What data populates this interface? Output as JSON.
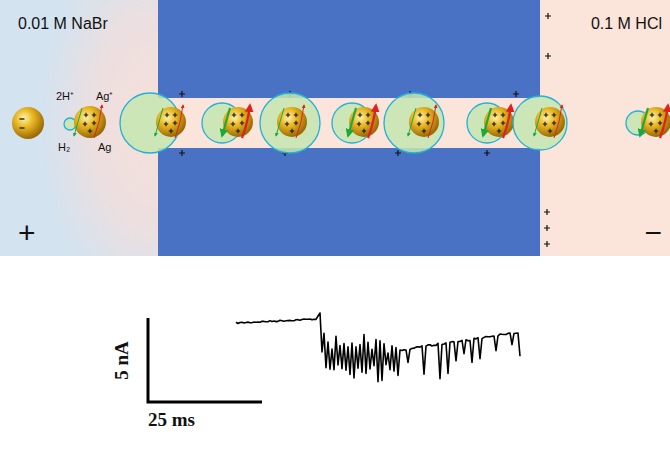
{
  "diagram": {
    "nodes": [
      {
        "text": [
          "0.01 M NaBr",
          "+"
        ]
      },
      {
        "text": [
          "0.1 M HCl",
          "−"
        ]
      }
    ],
    "labels": [
      "2H⁺",
      "Ag⁺",
      "H₂",
      "Ag",
      "5 nA",
      "25 ms"
    ]
  }
}
